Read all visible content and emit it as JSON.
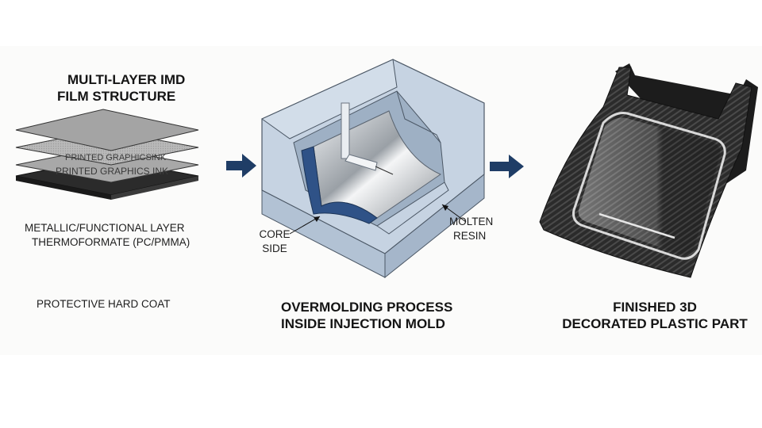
{
  "film": {
    "title_line1": "MULTI-LAYER IMD",
    "title_line2": "FILM STRUCTURE",
    "layer_text_1": "PRINTED GRAPHICSINK",
    "layer_text_2": "PRINTED GRAPHICS INK",
    "label_metallic": "METALLIC/FUNCTIONAL LAYER",
    "label_thermo": "THERMOFORMATE (PC/PMMA)",
    "label_hardcoat": "PROTECTIVE HARD COAT"
  },
  "mold": {
    "callout_core_1": "CORE",
    "callout_core_2": "SIDE",
    "callout_resin_1": "MOLTEN",
    "callout_resin_2": "RESIN",
    "caption_line1": "OVERMOLDING PROCESS",
    "caption_line2": "INSIDE INJECTION MOLD"
  },
  "part": {
    "caption_line1": "FINISHED 3D",
    "caption_line2": "DECORATED PLASTIC PART"
  },
  "colors": {
    "arrow": "#1f3d66",
    "mold": "#c9d6e4",
    "resin_blue": "#2f5287",
    "carbon": "#2a2a2a"
  }
}
